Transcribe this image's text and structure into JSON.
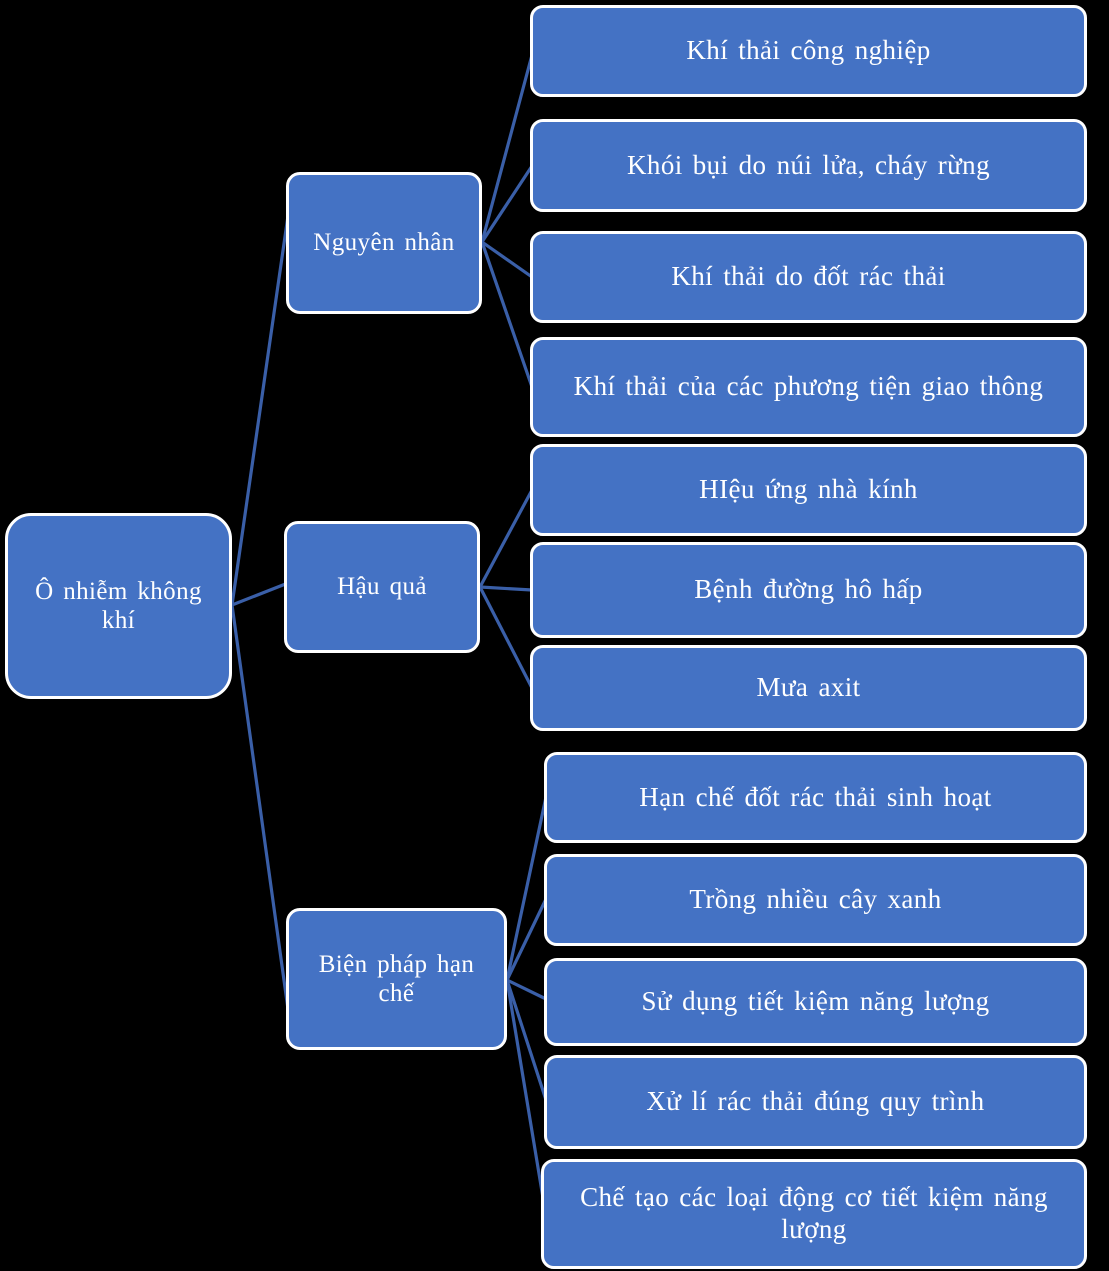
{
  "diagram": {
    "type": "mind-map",
    "title": "Ô nhiễm không khí",
    "background_color": "#000000",
    "node_fill_color": "#4472C4",
    "node_border_color": "#FFFFFF",
    "node_text_color": "#FFFFFF",
    "connector_color": "#3A5FA8"
  },
  "root": {
    "label": "Ô nhiễm không\nkhí"
  },
  "branches": [
    {
      "label": "Nguyên nhân",
      "children": [
        {
          "label": "Khí thải công nghiệp"
        },
        {
          "label": "Khói bụi do núi lửa, cháy rừng"
        },
        {
          "label": "Khí thải do đốt rác thải"
        },
        {
          "label": "Khí thải của các phương tiện giao thông"
        }
      ]
    },
    {
      "label": "Hậu quả",
      "children": [
        {
          "label": "HIệu ứng nhà kính"
        },
        {
          "label": "Bệnh đường hô hấp"
        },
        {
          "label": "Mưa axit"
        }
      ]
    },
    {
      "label": "Biện pháp hạn\nchế",
      "children": [
        {
          "label": "Hạn chế đốt rác thải sinh hoạt"
        },
        {
          "label": "Trồng nhiều cây xanh"
        },
        {
          "label": "Sử dụng tiết kiệm năng lượng"
        },
        {
          "label": "Xử lí rác thải đúng quy trình"
        },
        {
          "label": "Chế tạo các loại động cơ tiết kiệm năng lượng"
        }
      ]
    }
  ]
}
